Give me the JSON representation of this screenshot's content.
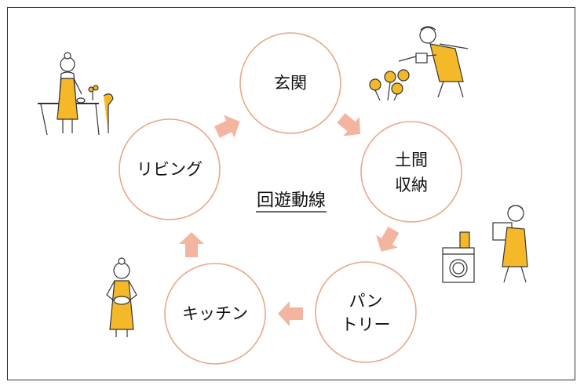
{
  "diagram": {
    "title": "回遊動線",
    "nodes": [
      {
        "id": "genkan",
        "lines": [
          "玄関"
        ]
      },
      {
        "id": "doma",
        "lines": [
          "土間",
          "収納"
        ]
      },
      {
        "id": "pantry",
        "lines": [
          "パン",
          "トリー"
        ]
      },
      {
        "id": "kitchen",
        "lines": [
          "キッチン"
        ]
      },
      {
        "id": "living",
        "lines": [
          "リビング"
        ]
      }
    ],
    "flow": [
      "genkan",
      "doma",
      "pantry",
      "kitchen",
      "living",
      "genkan"
    ],
    "colors": {
      "circle_stroke": "#e8a78b",
      "arrow_fill": "#f3b5a0",
      "apron": "#f5b829",
      "line": "#333333"
    },
    "illustrations": [
      "woman-at-table",
      "woman-watering-flowers",
      "woman-carrying-laundry",
      "washing-machine",
      "woman-with-pot"
    ]
  }
}
